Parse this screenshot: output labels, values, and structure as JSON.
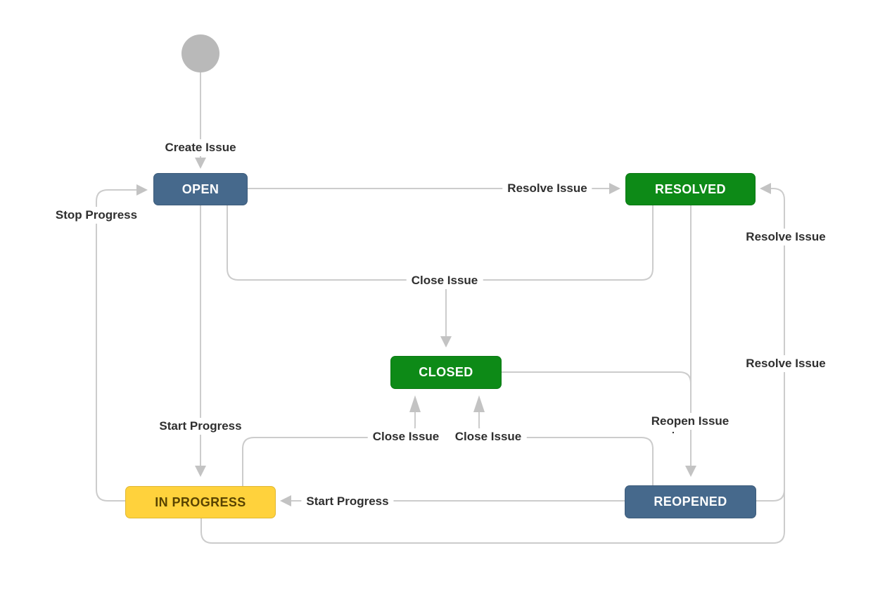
{
  "diagram": {
    "kind": "jira-issue-workflow",
    "background_color": "#ffffff",
    "line_color": "#cccccc",
    "arrow_color": "#c3c3c3",
    "label_text_color": "#2f2f2f",
    "start_node_color": "#b9b9b9",
    "nodes": {
      "open": {
        "label": "OPEN",
        "color": "#46698c",
        "text_color": "#ffffff"
      },
      "resolved": {
        "label": "RESOLVED",
        "color": "#0d8a17",
        "text_color": "#ffffff"
      },
      "closed": {
        "label": "CLOSED",
        "color": "#0d8a17",
        "text_color": "#ffffff"
      },
      "in_progress": {
        "label": "IN PROGRESS",
        "color": "#ffd23c",
        "text_color": "#594300"
      },
      "reopened": {
        "label": "REOPENED",
        "color": "#46698c",
        "text_color": "#ffffff"
      }
    },
    "labels": {
      "create_issue": "Create Issue",
      "resolve_issue_open": "Resolve Issue",
      "stop_progress": "Stop Progress",
      "close_issue_top": "Close Issue",
      "resolve_issue_right_upper": "Resolve Issue",
      "resolve_issue_right_lower": "Resolve Issue",
      "start_progress_open": "Start Progress",
      "close_issue_in_progress": "Close Issue",
      "close_issue_reopened": "Close Issue",
      "reopen_issue": "Reopen Issue",
      "reopen_issue_dot": ".",
      "start_progress_reopened": "Start Progress"
    },
    "edges": [
      {
        "from": "start",
        "to": "open",
        "label": "Create Issue"
      },
      {
        "from": "open",
        "to": "resolved",
        "label": "Resolve Issue"
      },
      {
        "from": "open",
        "to": "in_progress",
        "label": "Start Progress"
      },
      {
        "from": "open",
        "to": "closed",
        "label": "Close Issue"
      },
      {
        "from": "resolved",
        "to": "closed",
        "label": "Close Issue"
      },
      {
        "from": "resolved",
        "to": "reopened",
        "label": "Reopen Issue"
      },
      {
        "from": "closed",
        "to": "reopened",
        "label": "Reopen Issue"
      },
      {
        "from": "in_progress",
        "to": "open",
        "label": "Stop Progress"
      },
      {
        "from": "in_progress",
        "to": "closed",
        "label": "Close Issue"
      },
      {
        "from": "in_progress",
        "to": "resolved",
        "label": "Resolve Issue"
      },
      {
        "from": "reopened",
        "to": "closed",
        "label": "Close Issue"
      },
      {
        "from": "reopened",
        "to": "in_progress",
        "label": "Start Progress"
      },
      {
        "from": "reopened",
        "to": "resolved",
        "label": "Resolve Issue"
      }
    ]
  }
}
